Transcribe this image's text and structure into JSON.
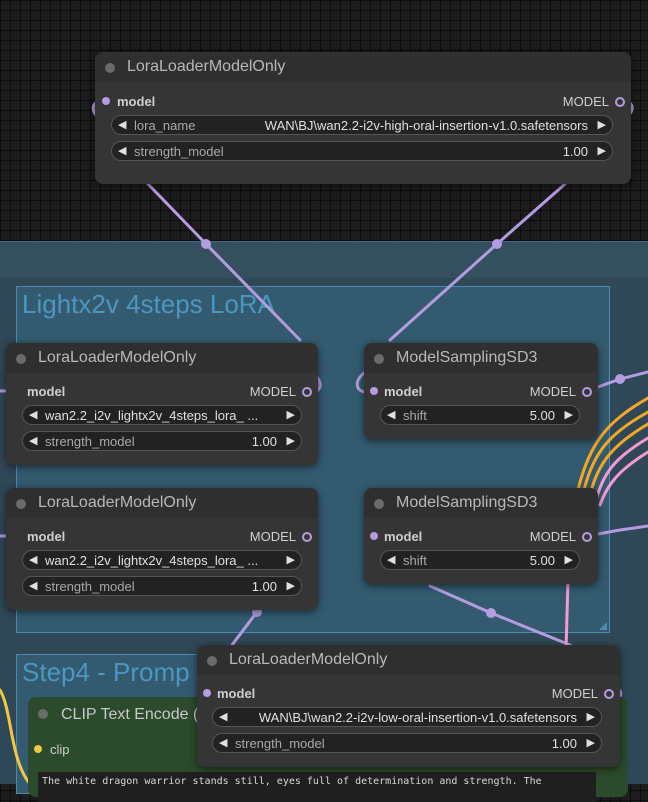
{
  "groups": {
    "lightx2v_title": "Lightx2v 4steps LoRA",
    "step4_title": "Step4 -  Promp"
  },
  "nodes": {
    "lora_top": {
      "title": "LoraLoaderModelOnly",
      "input": "model",
      "output": "MODEL",
      "lora_name_label": "lora_name",
      "lora_name_value": "WAN\\BJ\\wan2.2-i2v-high-oral-insertion-v1.0.safetensors",
      "strength_label": "strength_model",
      "strength_value": "1.00"
    },
    "lora_light1": {
      "title": "LoraLoaderModelOnly",
      "input": "model",
      "output": "MODEL",
      "lora_name_value": "wan2.2_i2v_lightx2v_4steps_lora_ ...",
      "strength_label": "strength_model",
      "strength_value": "1.00"
    },
    "lora_light2": {
      "title": "LoraLoaderModelOnly",
      "input": "model",
      "output": "MODEL",
      "lora_name_value": "wan2.2_i2v_lightx2v_4steps_lora_ ...",
      "strength_label": "strength_model",
      "strength_value": "1.00"
    },
    "sampling1": {
      "title": "ModelSamplingSD3",
      "input": "model",
      "output": "MODEL",
      "shift_label": "shift",
      "shift_value": "5.00"
    },
    "sampling2": {
      "title": "ModelSamplingSD3",
      "input": "model",
      "output": "MODEL",
      "shift_label": "shift",
      "shift_value": "5.00"
    },
    "lora_low": {
      "title": "LoraLoaderModelOnly",
      "input": "model",
      "output": "MODEL",
      "lora_name_value": "WAN\\BJ\\wan2.2-i2v-low-oral-insertion-v1.0.safetensors",
      "strength_label": "strength_model",
      "strength_value": "1.00"
    },
    "clip": {
      "title": "CLIP Text Encode (",
      "input": "clip",
      "text": "The white dragon warrior stands still, eyes full of determination and strength. The"
    }
  },
  "colors": {
    "model_wire": "#b49ce0",
    "clip_wire": "#f2c744",
    "orange_wire": "#f5a623",
    "pink_wire": "#f49ad0"
  },
  "icons": {
    "left_arrow": "◀",
    "right_arrow": "▶"
  }
}
